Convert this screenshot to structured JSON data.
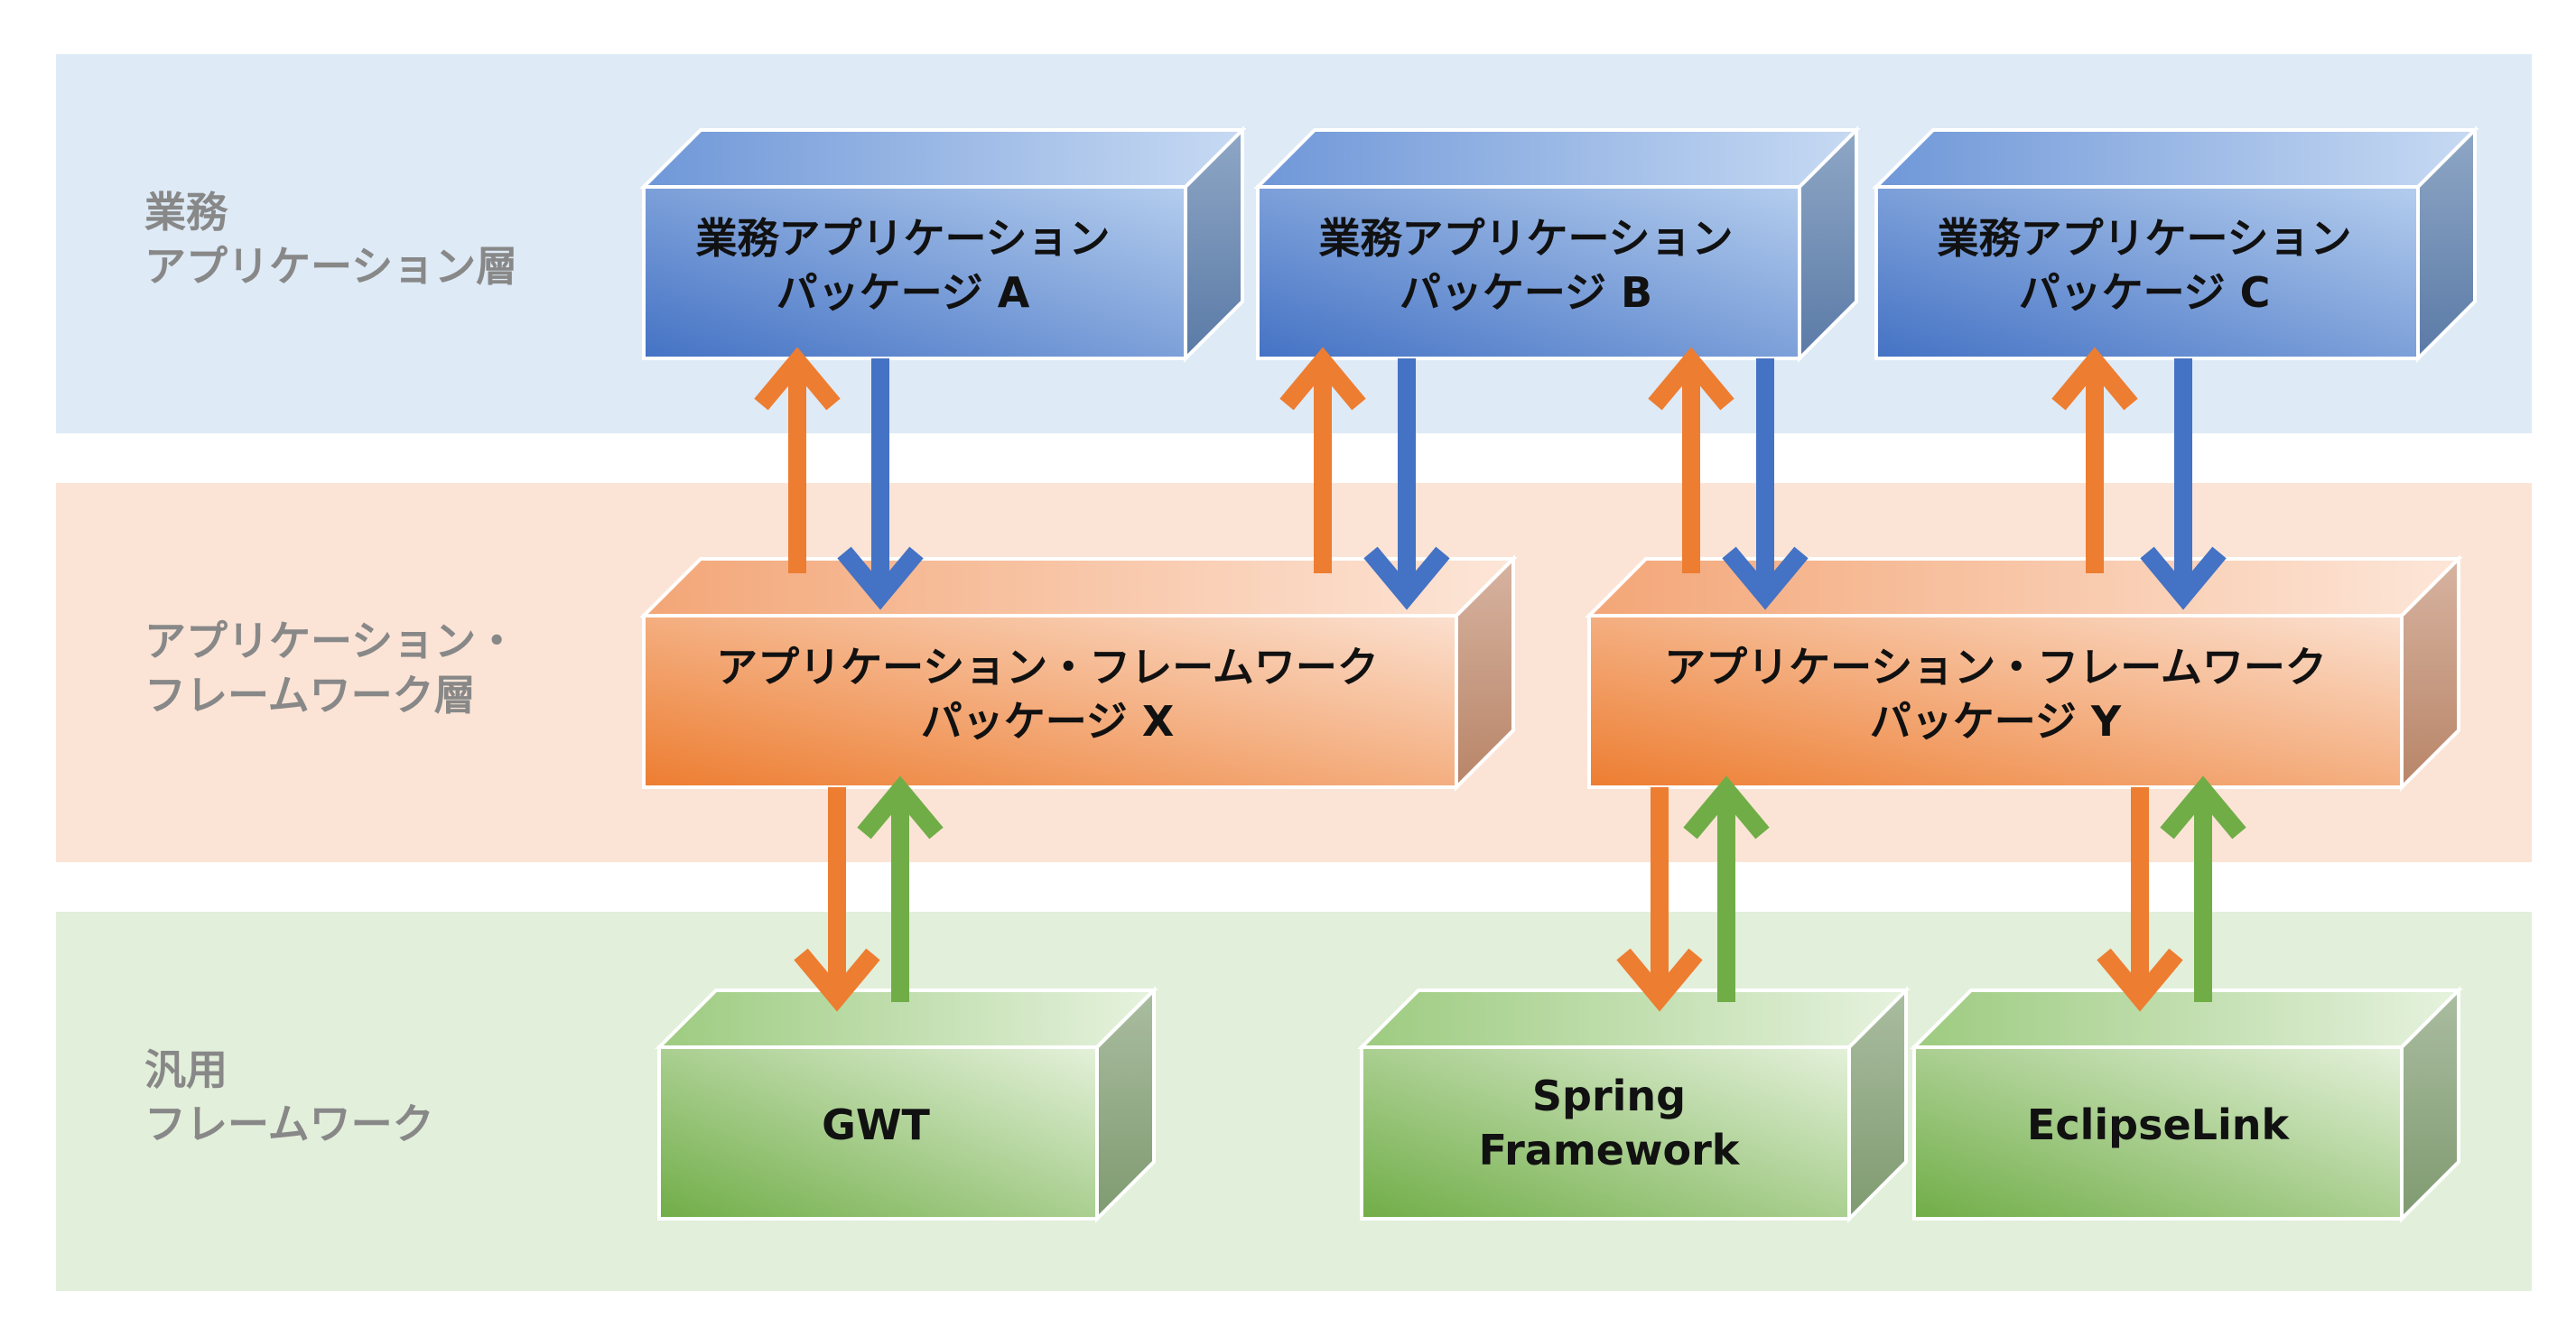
{
  "layers": [
    {
      "id": "business",
      "label": "業務\nアプリケーション層",
      "color": "#deeaf6"
    },
    {
      "id": "framework",
      "label": "アプリケーション・\nフレームワーク層",
      "color": "#fbe4d6"
    },
    {
      "id": "generic",
      "label": "汎用\nフレームワーク",
      "color": "#e2efda"
    }
  ],
  "packages": {
    "a": [
      "業務アプリケーション",
      "パッケージ A"
    ],
    "b": [
      "業務アプリケーション",
      "パッケージ B"
    ],
    "c": [
      "業務アプリケーション",
      "パッケージ C"
    ],
    "x": [
      "アプリケーション・フレームワーク",
      "パッケージ X"
    ],
    "y": [
      "アプリケーション・フレームワーク",
      "パッケージ Y"
    ],
    "gwt": [
      "GWT"
    ],
    "spring": [
      "Spring",
      "Framework"
    ],
    "eclipselink": [
      "EclipseLink"
    ]
  },
  "colors": {
    "blue": "#4472c4",
    "orange": "#ed7d31",
    "green": "#70ad47"
  }
}
